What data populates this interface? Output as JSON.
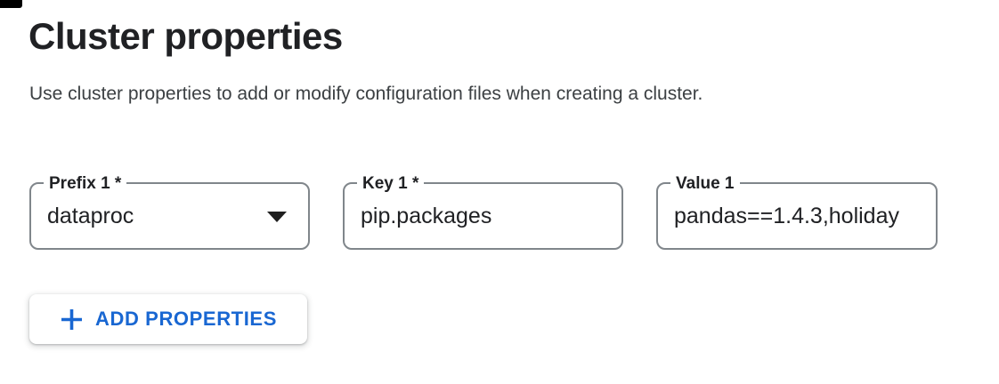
{
  "header": {
    "title": "Cluster properties",
    "description": "Use cluster properties to add or modify configuration files when creating a cluster."
  },
  "properties_form": {
    "fields": [
      {
        "label": "Prefix 1 *",
        "value": "dataproc",
        "type": "select"
      },
      {
        "label": "Key 1 *",
        "value": "pip.packages",
        "type": "text"
      },
      {
        "label": "Value 1",
        "value": "pandas==1.4.3,holiday",
        "type": "text"
      }
    ],
    "add_button": {
      "label": "ADD PROPERTIES",
      "icon": "plus-icon"
    }
  },
  "colors": {
    "accent_blue": "#1967d2",
    "field_border_gray": "#80868b",
    "text_dark": "#202124"
  }
}
